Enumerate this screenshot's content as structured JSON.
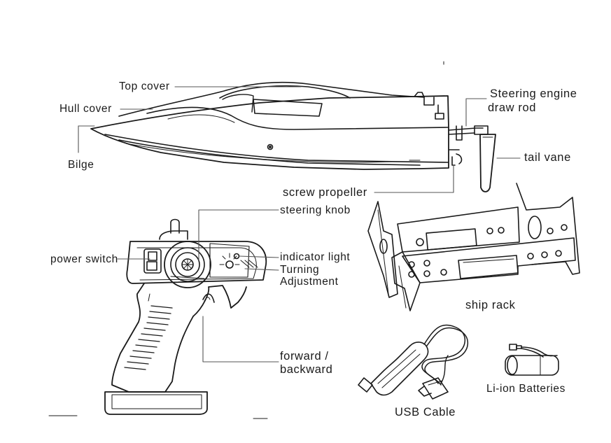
{
  "labels": {
    "top_cover": "Top cover",
    "hull_cover": "Hull cover",
    "bilge": "Bilge",
    "steering_engine_line1": "Steering engine",
    "steering_engine_line2": "draw rod",
    "tail_vane": "tail vane",
    "screw_propeller": "screw propeller",
    "steering_knob": "steering knob",
    "power_switch": "power switch",
    "indicator_light": "indicator light",
    "turning_line1": "Turning",
    "turning_line2": "Adjustment",
    "forward_line1": "forward /",
    "forward_line2": "backward",
    "ship_rack": "ship rack",
    "usb_cable": "USB Cable",
    "batteries": "Li-ion Batteries"
  },
  "colors": {
    "ink": "#1a1a1a",
    "leader": "#555555",
    "background": "#ffffff"
  },
  "icons": [
    "speed-boat",
    "remote-controller",
    "ship-rack",
    "usb-cable",
    "battery-pack"
  ]
}
